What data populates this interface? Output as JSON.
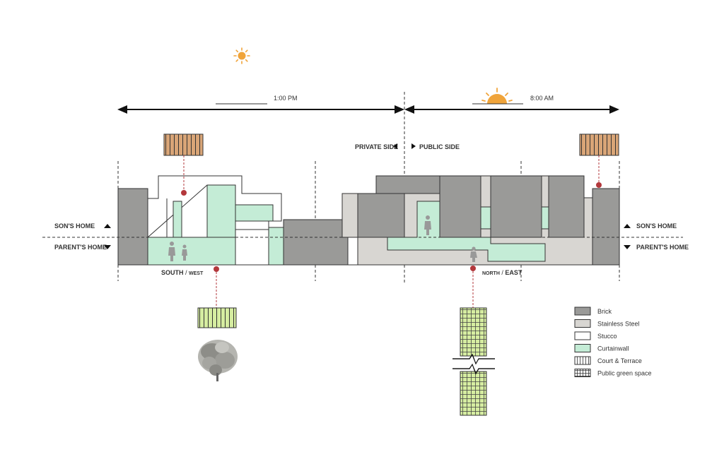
{
  "timeline": {
    "afternoon_label": "1:00 PM",
    "morning_label": "8:00 AM"
  },
  "sides": {
    "private": "PRIVATE SIDE",
    "public": "PUBLIC SIDE"
  },
  "levels": {
    "son_left": "SON'S HOME",
    "parent_left": "PARENT'S HOME",
    "son_right": "SON'S HOME",
    "parent_right": "PARENT'S HOME"
  },
  "orientation": {
    "south": "SOUTH",
    "west": "WEST",
    "north": "NORTH",
    "east": "EAST"
  },
  "legend": {
    "items": [
      {
        "label": "Brick",
        "fill": "#9a9a98"
      },
      {
        "label": "Stainless Steel",
        "fill": "#d8d6d2"
      },
      {
        "label": "Stucco",
        "fill": "#ffffff"
      },
      {
        "label": "Curtainwall",
        "fill": "#c4ecd6"
      },
      {
        "label": "Court & Terrace",
        "fill": "#d9a577"
      },
      {
        "label": "Public green space",
        "fill": "#d6eda1"
      }
    ]
  },
  "colors": {
    "brick": "#9a9a98",
    "steel": "#d8d6d2",
    "stucco": "#ffffff",
    "curtainwall": "#c4ecd6",
    "court": "#d9a577",
    "green": "#d6eda1",
    "sun": "#f0a43a",
    "marker": "#b3383c"
  },
  "icons": [
    "sun-icon",
    "sunrise-icon",
    "tree-icon",
    "people-icon",
    "arrow-up-icon",
    "arrow-down-icon"
  ]
}
